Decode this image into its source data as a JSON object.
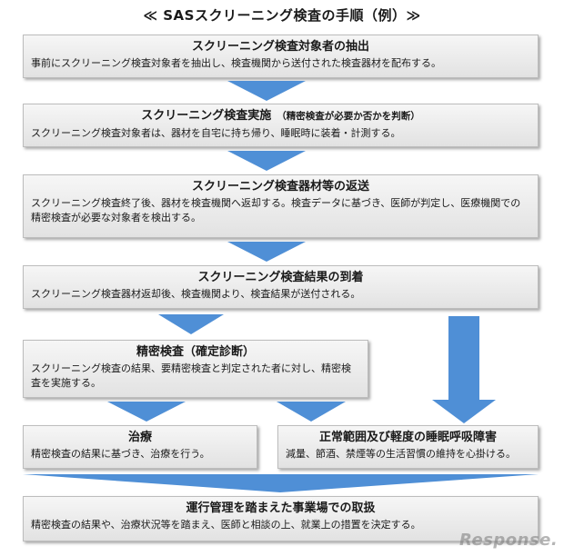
{
  "title": "≪ SASスクリーニング検査の手順（例）≫",
  "steps": [
    {
      "heading": "スクリーニング検査対象者の抽出",
      "note": "",
      "description": "事前にスクリーニング検査対象者を抽出し、検査機関から送付された検査器材を配布する。"
    },
    {
      "heading": "スクリーニング検査実施",
      "note": "（精密検査が必要か否かを判断）",
      "description": "スクリーニング検査対象者は、器材を自宅に持ち帰り、睡眠時に装着・計測する。"
    },
    {
      "heading": "スクリーニング検査器材等の返送",
      "note": "",
      "description": "スクリーニング検査終了後、器材を検査機関へ返却する。検査データに基づき、医師が判定し、医療機関での精密検査が必要な対象者を検出する。"
    },
    {
      "heading": "スクリーニング検査結果の到着",
      "note": "",
      "description": "スクリーニング検査器材返却後、検査機関より、検査結果が送付される。"
    },
    {
      "heading": "精密検査（確定診断）",
      "note": "",
      "description": "スクリーニング検査の結果、要精密検査と判定された者に対し、精密検査を実施する。"
    },
    {
      "heading": "治療",
      "note": "",
      "description": "精密検査の結果に基づき、治療を行う。"
    },
    {
      "heading": "正常範囲及び軽度の睡眠呼吸障害",
      "note": "",
      "description": "減量、節酒、禁煙等の生活習慣の維持を心掛ける。"
    },
    {
      "heading": "運行管理を踏まえた事業場での取扱",
      "note": "",
      "description": "精密検査の結果や、治療状況等を踏まえ、医師と相談の上、就業上の措置を決定する。"
    }
  ],
  "watermark": "Response.",
  "colors": {
    "arrow": "#4f8fd6",
    "box_top": "#f6f6f6",
    "box_bottom": "#e2e2e2"
  }
}
